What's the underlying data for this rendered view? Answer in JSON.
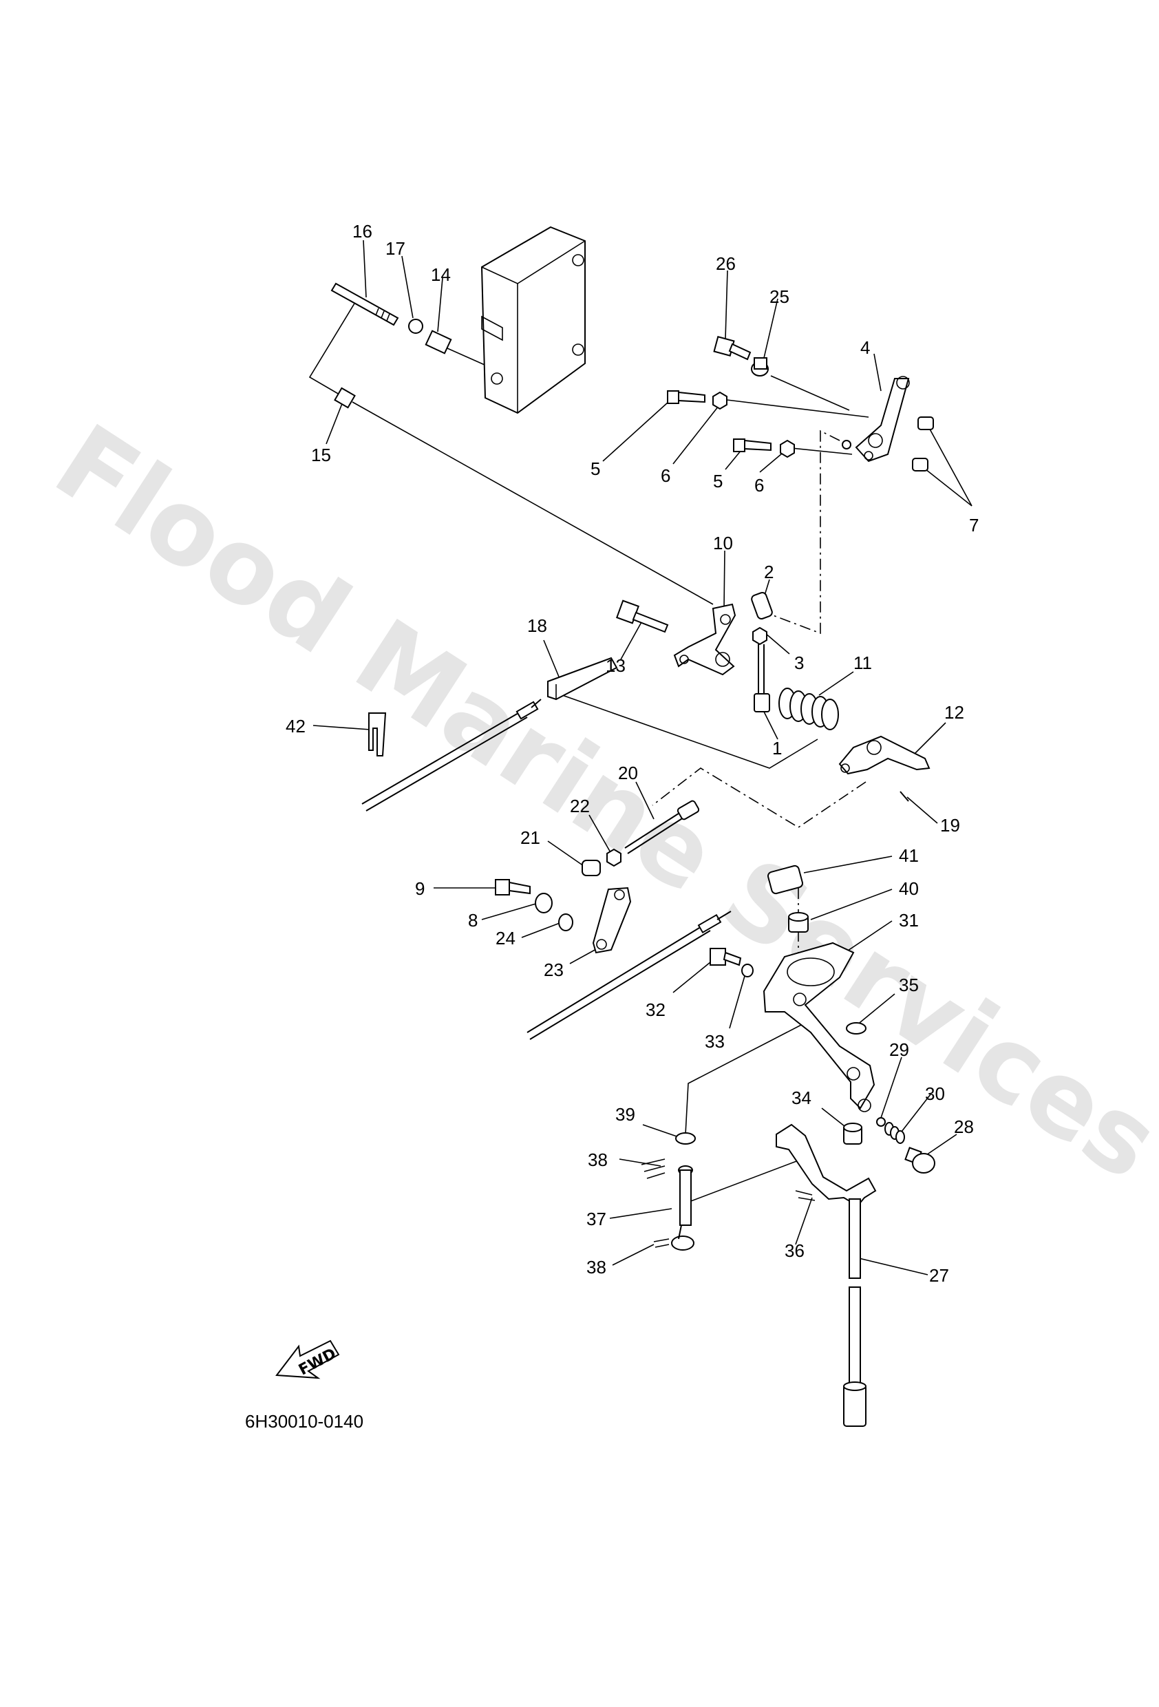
{
  "diagram": {
    "watermark": "Flood Marine Services",
    "drawing_code": "6H30010-0140",
    "fwd_label": "FWD"
  },
  "callouts": [
    {
      "id": "16",
      "label": "16"
    },
    {
      "id": "17",
      "label": "17"
    },
    {
      "id": "14",
      "label": "14"
    },
    {
      "id": "15",
      "label": "15"
    },
    {
      "id": "26",
      "label": "26"
    },
    {
      "id": "25",
      "label": "25"
    },
    {
      "id": "4",
      "label": "4"
    },
    {
      "id": "5a",
      "label": "5"
    },
    {
      "id": "6a",
      "label": "6"
    },
    {
      "id": "5b",
      "label": "5"
    },
    {
      "id": "6b",
      "label": "6"
    },
    {
      "id": "7",
      "label": "7"
    },
    {
      "id": "10",
      "label": "10"
    },
    {
      "id": "2",
      "label": "2"
    },
    {
      "id": "3",
      "label": "3"
    },
    {
      "id": "18",
      "label": "18"
    },
    {
      "id": "13",
      "label": "13"
    },
    {
      "id": "11",
      "label": "11"
    },
    {
      "id": "12",
      "label": "12"
    },
    {
      "id": "42",
      "label": "42"
    },
    {
      "id": "1",
      "label": "1"
    },
    {
      "id": "20",
      "label": "20"
    },
    {
      "id": "19",
      "label": "19"
    },
    {
      "id": "22",
      "label": "22"
    },
    {
      "id": "21",
      "label": "21"
    },
    {
      "id": "41",
      "label": "41"
    },
    {
      "id": "9",
      "label": "9"
    },
    {
      "id": "40",
      "label": "40"
    },
    {
      "id": "8",
      "label": "8"
    },
    {
      "id": "31",
      "label": "31"
    },
    {
      "id": "24",
      "label": "24"
    },
    {
      "id": "23",
      "label": "23"
    },
    {
      "id": "35",
      "label": "35"
    },
    {
      "id": "32",
      "label": "32"
    },
    {
      "id": "33",
      "label": "33"
    },
    {
      "id": "29",
      "label": "29"
    },
    {
      "id": "30",
      "label": "30"
    },
    {
      "id": "34",
      "label": "34"
    },
    {
      "id": "39",
      "label": "39"
    },
    {
      "id": "28",
      "label": "28"
    },
    {
      "id": "38a",
      "label": "38"
    },
    {
      "id": "37",
      "label": "37"
    },
    {
      "id": "36",
      "label": "36"
    },
    {
      "id": "27",
      "label": "27"
    },
    {
      "id": "38b",
      "label": "38"
    }
  ]
}
